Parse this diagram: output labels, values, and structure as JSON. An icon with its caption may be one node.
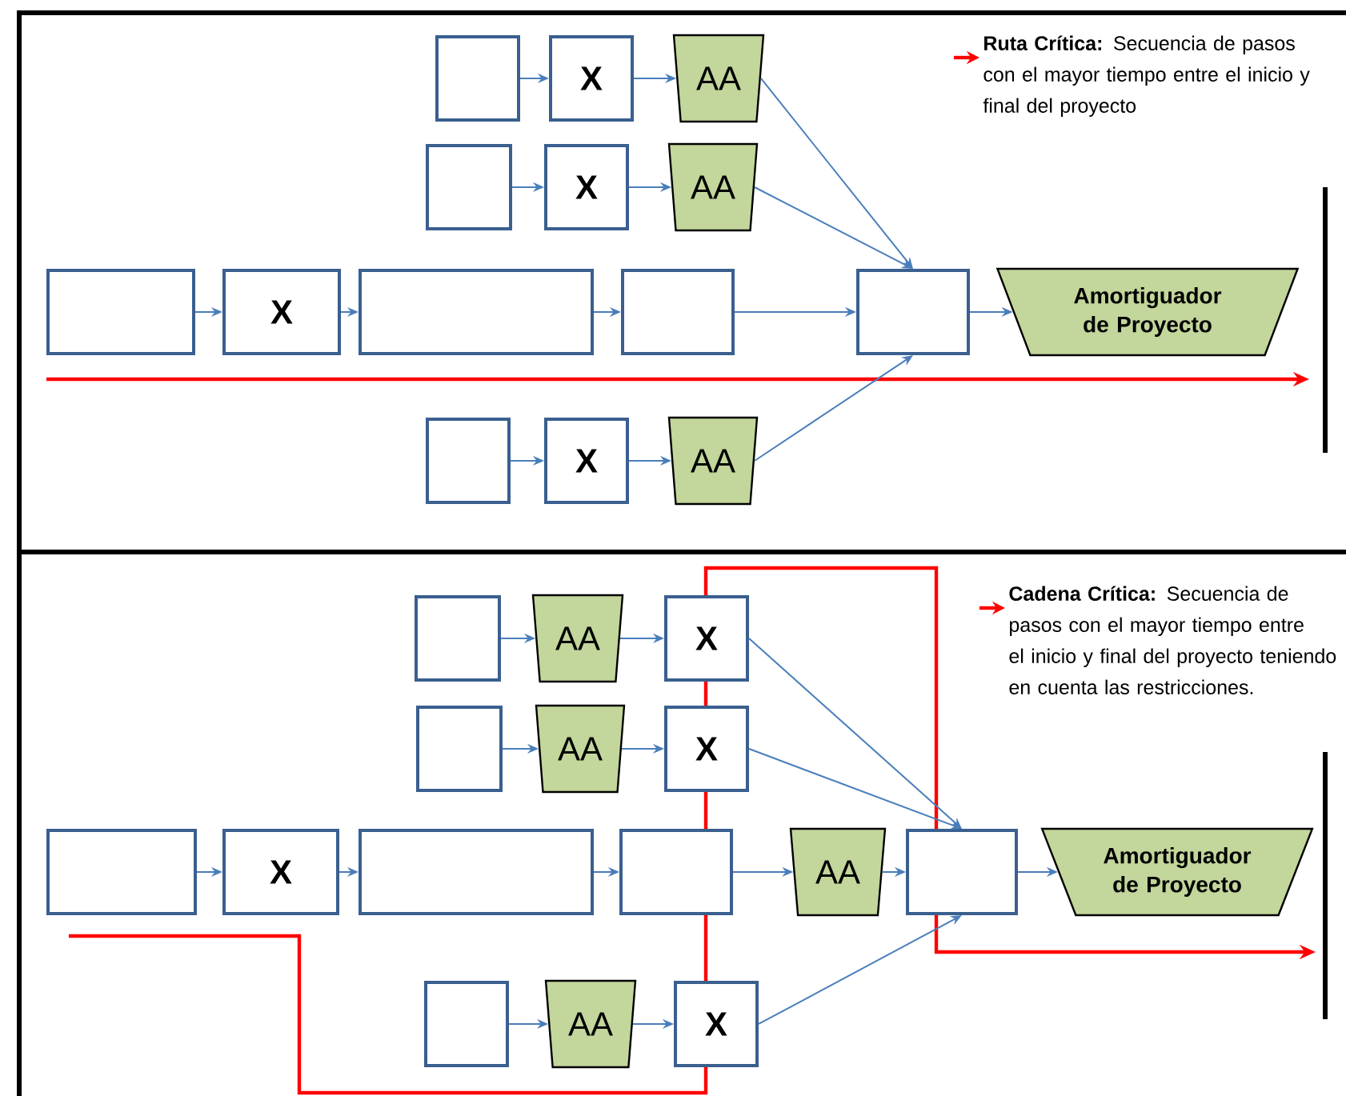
{
  "diagram": {
    "nodes": [
      {
        "text": [],
        "shape": "box"
      },
      {
        "text": [
          "X"
        ]
      },
      {
        "text": [
          "AA"
        ]
      },
      {
        "text": [],
        "shape": "box"
      },
      {
        "text": [
          "X"
        ]
      },
      {
        "text": [
          "AA"
        ]
      },
      {
        "text": [],
        "shape": "box"
      },
      {
        "text": [
          "X"
        ]
      },
      {
        "text": [],
        "shape": "box"
      },
      {
        "text": [],
        "shape": "box"
      },
      {
        "text": [],
        "shape": "box"
      },
      {
        "text": [
          "Amortiguador de Proyecto"
        ]
      },
      {
        "text": [],
        "shape": "box"
      },
      {
        "text": [
          "X"
        ]
      },
      {
        "text": [
          "AA"
        ]
      },
      {
        "text": [],
        "shape": "box"
      },
      {
        "text": [
          "AA"
        ]
      },
      {
        "text": [
          "X"
        ]
      },
      {
        "text": [],
        "shape": "box"
      },
      {
        "text": [
          "AA"
        ]
      },
      {
        "text": [
          "X"
        ]
      },
      {
        "text": [],
        "shape": "box"
      },
      {
        "text": [
          "X"
        ]
      },
      {
        "text": [],
        "shape": "box"
      },
      {
        "text": [],
        "shape": "box"
      },
      {
        "text": [
          "AA"
        ]
      },
      {
        "text": [],
        "shape": "box"
      },
      {
        "text": [
          "Amortiguador de Proyecto"
        ]
      },
      {
        "text": [],
        "shape": "box"
      },
      {
        "text": [
          "AA"
        ]
      },
      {
        "text": [
          "X"
        ]
      }
    ],
    "edges": [
      {
        "from": 0,
        "to": 1,
        "arrow": "to"
      },
      {
        "from": 1,
        "to": 2,
        "arrow": "to"
      },
      {
        "from": 2,
        "to": 10,
        "arrow": "to"
      },
      {
        "from": 3,
        "to": 4,
        "arrow": "to"
      },
      {
        "from": 4,
        "to": 5,
        "arrow": "to"
      },
      {
        "from": 5,
        "to": 10,
        "arrow": "to"
      },
      {
        "from": 6,
        "to": 7,
        "arrow": "to"
      },
      {
        "from": 7,
        "to": 8,
        "arrow": "to"
      },
      {
        "from": 8,
        "to": 9,
        "arrow": "to"
      },
      {
        "from": 9,
        "to": 10,
        "arrow": "to"
      },
      {
        "from": 10,
        "to": 11,
        "arrow": "to"
      },
      {
        "from": 12,
        "to": 13,
        "arrow": "to"
      },
      {
        "from": 13,
        "to": 14,
        "arrow": "to"
      },
      {
        "from": 14,
        "to": 10,
        "arrow": "to"
      },
      {
        "from": 15,
        "to": 16,
        "arrow": "to"
      },
      {
        "from": 16,
        "to": 17,
        "arrow": "to"
      },
      {
        "from": 17,
        "to": 26,
        "arrow": "to"
      },
      {
        "from": 18,
        "to": 19,
        "arrow": "to"
      },
      {
        "from": 19,
        "to": 20,
        "arrow": "to"
      },
      {
        "from": 20,
        "to": 26,
        "arrow": "to"
      },
      {
        "from": 21,
        "to": 22,
        "arrow": "to"
      },
      {
        "from": 22,
        "to": 23,
        "arrow": "to"
      },
      {
        "from": 23,
        "to": 24,
        "arrow": "to"
      },
      {
        "from": 24,
        "to": 25,
        "arrow": "to"
      },
      {
        "from": 25,
        "to": 26,
        "arrow": "to"
      },
      {
        "from": 26,
        "to": 27,
        "arrow": "to"
      },
      {
        "from": 28,
        "to": 29,
        "arrow": "to"
      },
      {
        "from": 29,
        "to": 30,
        "arrow": "to"
      },
      {
        "from": 30,
        "to": 26,
        "arrow": "to"
      }
    ],
    "legend": [
      {
        "text": "**Ruta Crítica:** Secuencia de pasos con el mayor tiempo entre el inicio y final del proyecto"
      },
      {
        "text": "**Cadena Crítica:** Secuencia de pasos con el mayor tiempo entre el inicio y final del proyecto teniendo en cuenta las restricciones."
      }
    ]
  }
}
